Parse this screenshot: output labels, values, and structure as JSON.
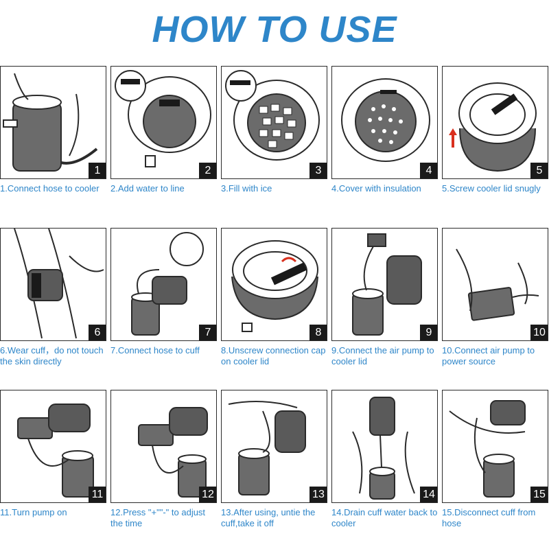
{
  "title": "HOW TO USE",
  "colors": {
    "accent": "#2e86c9",
    "caption": "#2e86c9",
    "line": "#2a2a2a",
    "arrow": "#d9301e",
    "cuff": "#5a5a5a",
    "cooler": "#6b6b6b"
  },
  "steps": [
    {
      "number": "1",
      "caption": "1.Connect hose to cooler"
    },
    {
      "number": "2",
      "caption": "2.Add water to line"
    },
    {
      "number": "3",
      "caption": "3.Fill with ice"
    },
    {
      "number": "4",
      "caption": "4.Cover with insulation"
    },
    {
      "number": "5",
      "caption": "5.Screw cooler lid snugly"
    },
    {
      "number": "6",
      "caption": "6.Wear cuff，do not touch the skin directly"
    },
    {
      "number": "7",
      "caption": "7.Connect hose to cuff"
    },
    {
      "number": "8",
      "caption": "8.Unscrew connection cap on cooler lid"
    },
    {
      "number": "9",
      "caption": "9.Connect the air pump to cooler lid"
    },
    {
      "number": "10",
      "caption": "10.Connect air pump to power source"
    },
    {
      "number": "11",
      "caption": "11.Turn pump on"
    },
    {
      "number": "12",
      "caption": "12.Press \"+\"\"-\" to adjust the time"
    },
    {
      "number": "13",
      "caption": "13.After using, untie the cuff,take it off"
    },
    {
      "number": "14",
      "caption": "14.Drain cuff water back to cooler"
    },
    {
      "number": "15",
      "caption": "15.Disconnect cuff from hose"
    }
  ]
}
